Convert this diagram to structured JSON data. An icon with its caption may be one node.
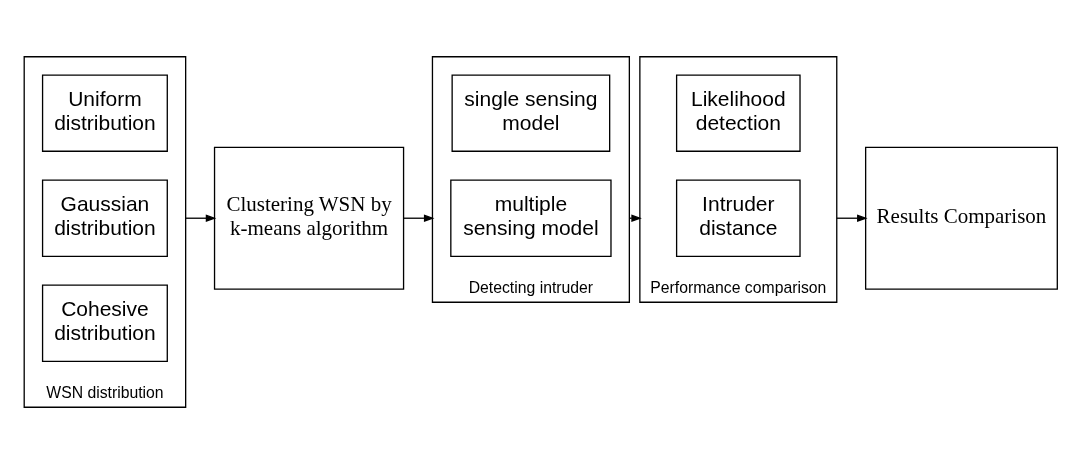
{
  "diagram": {
    "nodes": [
      {
        "text": [
          "WSN distribution"
        ]
      },
      {
        "text": [
          "Uniform distribution"
        ],
        "in": 0
      },
      {
        "text": [
          "Gaussian distribution"
        ],
        "in": 0
      },
      {
        "text": [
          "Cohesive distribution"
        ],
        "in": 0
      },
      {
        "text": [
          "Clustering WSN by k-means algorithm"
        ]
      },
      {
        "text": [
          "Detecting intruder"
        ]
      },
      {
        "text": [
          "single sensing model"
        ],
        "in": 5
      },
      {
        "text": [
          "multiple sensing model"
        ],
        "in": 5
      },
      {
        "text": [
          "Performance comparison"
        ]
      },
      {
        "text": [
          "Likelihood detection"
        ],
        "in": 8
      },
      {
        "text": [
          "Intruder distance"
        ],
        "in": 8
      },
      {
        "text": [
          "Results Comparison"
        ]
      }
    ],
    "edges": [
      {
        "from": 0,
        "to": 4,
        "arrow": "to"
      },
      {
        "from": 4,
        "to": 5,
        "arrow": "to"
      },
      {
        "from": 5,
        "to": 8,
        "arrow": "to"
      },
      {
        "from": 8,
        "to": 11,
        "arrow": "to"
      }
    ]
  }
}
